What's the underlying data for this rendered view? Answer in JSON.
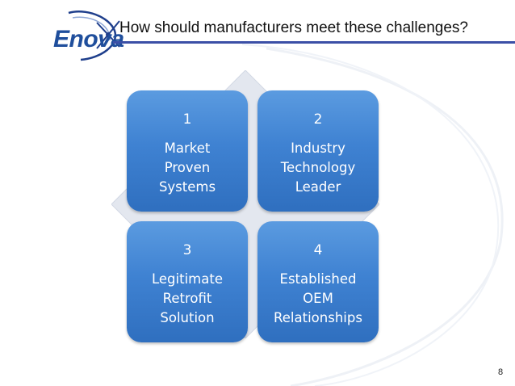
{
  "header": {
    "logo_text": "Enova",
    "title": "How should manufacturers meet these challenges?"
  },
  "tiles": [
    {
      "number": "1",
      "label": "Market\nProven\nSystems"
    },
    {
      "number": "2",
      "label": "Industry\nTechnology\nLeader"
    },
    {
      "number": "3",
      "label": "Legitimate\nRetrofit\nSolution"
    },
    {
      "number": "4",
      "label": "Established\nOEM\nRelationships"
    }
  ],
  "footer": {
    "page_number": "8"
  },
  "colors": {
    "tile_fill": "#4a8ad6",
    "diamond_fill": "#e3e7ef",
    "title_rule": "#3b4fa6",
    "logo_text": "#1f4e9c"
  }
}
